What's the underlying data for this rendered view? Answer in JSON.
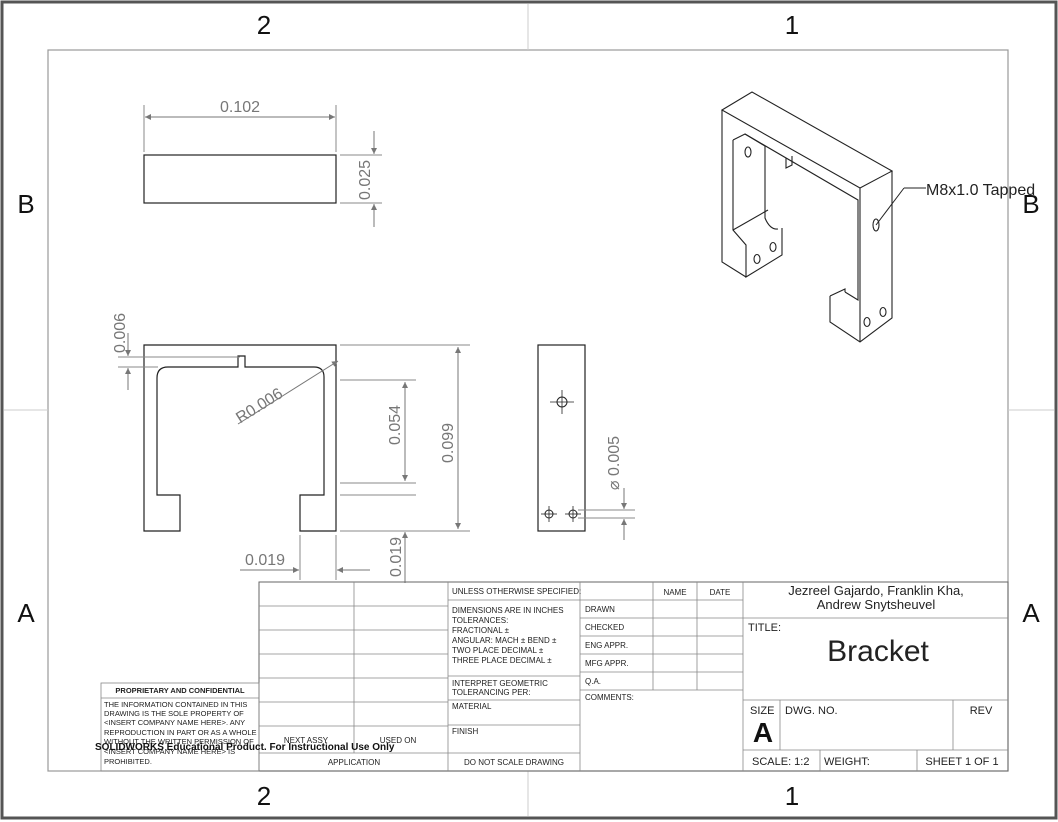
{
  "zones": {
    "top": [
      "2",
      "1"
    ],
    "bottom": [
      "2",
      "1"
    ],
    "left": [
      "B",
      "A"
    ],
    "right": [
      "B",
      "A"
    ]
  },
  "dimensions": {
    "top_width": "0.102",
    "top_height": "0.025",
    "slot_depth": "0.006",
    "fillet": "R0.006",
    "inner_height": "0.054",
    "total_height": "0.099",
    "foot_width": "0.019",
    "foot_height": "0.019",
    "hole_diameter": "⌀ 0.005"
  },
  "callout": "M8x1.0 Tapped",
  "title_block": {
    "tolerance_header": "UNLESS OTHERWISE SPECIFIED:",
    "dim_units": "DIMENSIONS ARE IN INCHES",
    "tolerances": "TOLERANCES:",
    "fractional": "FRACTIONAL ±",
    "angular": "ANGULAR: MACH ±    BEND ±",
    "two_place": "TWO PLACE DECIMAL   ±",
    "three_place": "THREE PLACE DECIMAL  ±",
    "geometric_1": "INTERPRET GEOMETRIC",
    "geometric_2": "TOLERANCING PER:",
    "material": "MATERIAL",
    "finish": "FINISH",
    "do_not_scale": "DO NOT SCALE DRAWING",
    "application": "APPLICATION",
    "next_assy": "NEXT ASSY",
    "used_on": "USED ON",
    "name_col": "NAME",
    "date_col": "DATE",
    "drawn": "DRAWN",
    "checked": "CHECKED",
    "eng_appr": "ENG APPR.",
    "mfg_appr": "MFG APPR.",
    "qa": "Q.A.",
    "comments": "COMMENTS:",
    "authors_1": "Jezreel Gajardo, Franklin Kha,",
    "authors_2": "Andrew Snytsheuvel",
    "title_label": "TITLE:",
    "title": "Bracket",
    "size_label": "SIZE",
    "size": "A",
    "dwg_no_label": "DWG.  NO.",
    "rev_label": "REV",
    "scale": "SCALE: 1:2",
    "weight": "WEIGHT:",
    "sheet": "SHEET 1 OF 1"
  },
  "proprietary": {
    "heading": "PROPRIETARY AND CONFIDENTIAL",
    "lines": [
      "THE INFORMATION CONTAINED IN THIS",
      "DRAWING IS THE SOLE PROPERTY OF",
      "<INSERT COMPANY NAME HERE>.  ANY",
      "REPRODUCTION IN PART OR AS A WHOLE",
      "WITHOUT THE WRITTEN PERMISSION OF",
      "<INSERT COMPANY NAME HERE> IS",
      "PROHIBITED."
    ]
  },
  "watermark": "SOLIDWORKS Educational Product. For Instructional Use Only"
}
